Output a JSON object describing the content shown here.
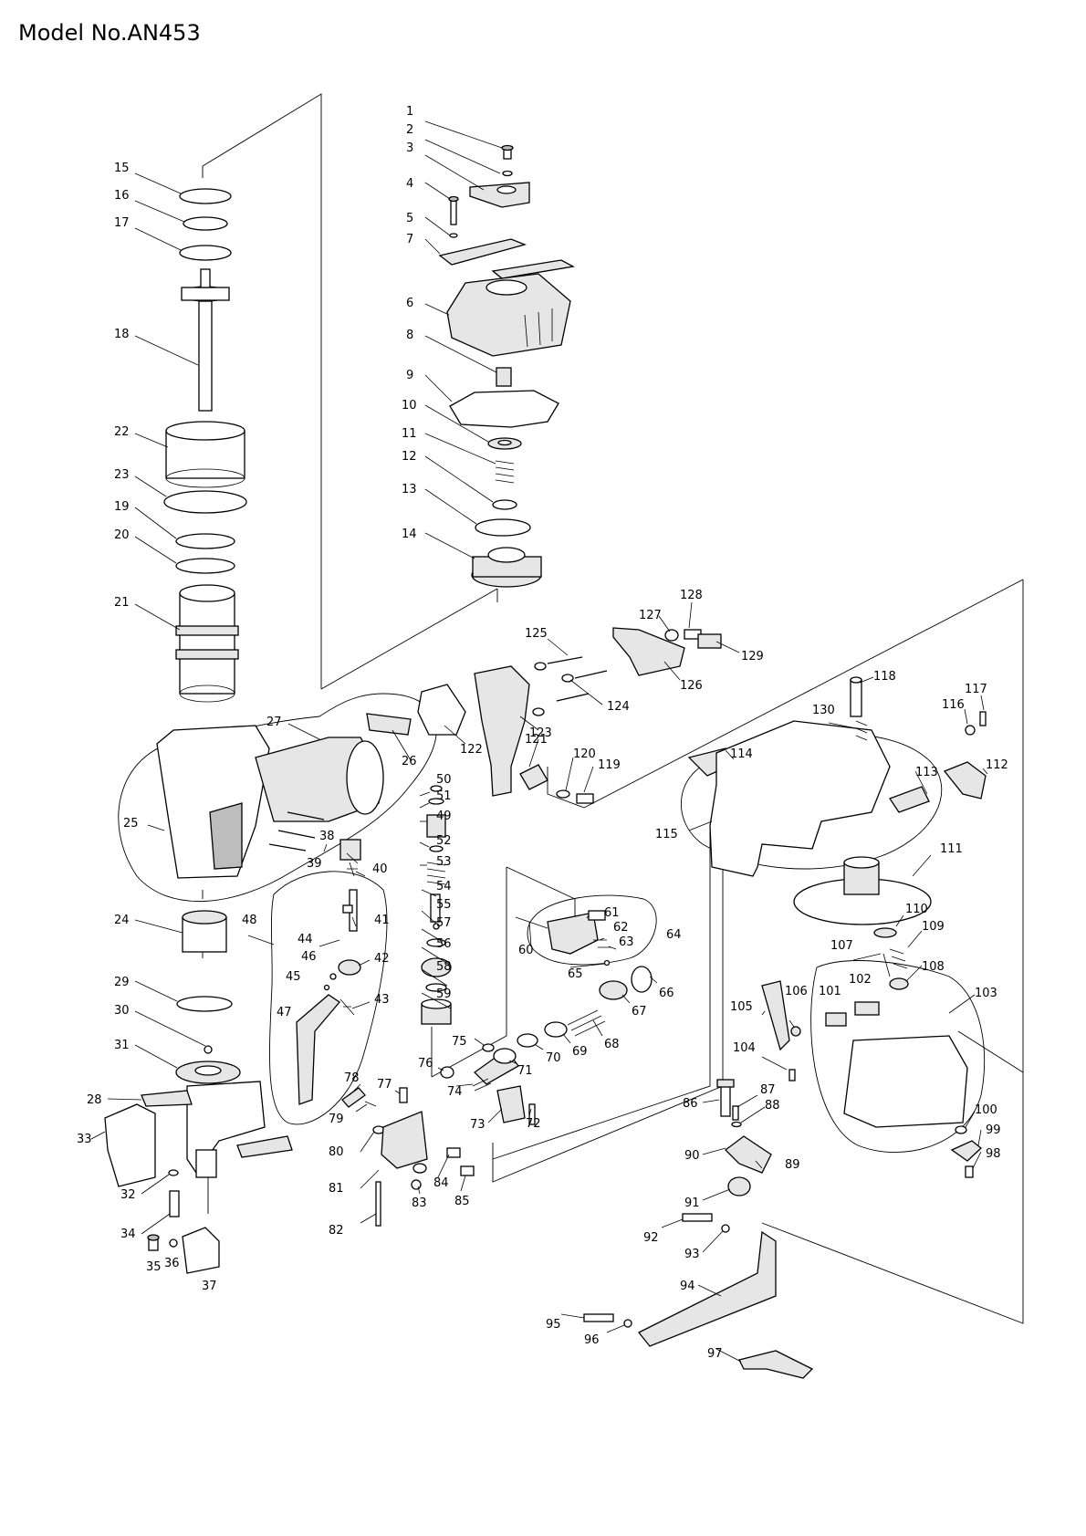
{
  "title": "Model No.AN453",
  "parts": [
    "1",
    "2",
    "3",
    "4",
    "5",
    "6",
    "7",
    "8",
    "9",
    "10",
    "11",
    "12",
    "13",
    "14",
    "15",
    "16",
    "17",
    "18",
    "19",
    "20",
    "21",
    "22",
    "23",
    "24",
    "25",
    "26",
    "27",
    "28",
    "29",
    "30",
    "31",
    "32",
    "33",
    "34",
    "35",
    "36",
    "37",
    "38",
    "39",
    "40",
    "41",
    "42",
    "43",
    "44",
    "45",
    "46",
    "47",
    "48",
    "49",
    "50",
    "51",
    "52",
    "53",
    "54",
    "55",
    "56",
    "57",
    "58",
    "59",
    "60",
    "61",
    "62",
    "63",
    "64",
    "65",
    "66",
    "67",
    "68",
    "69",
    "70",
    "71",
    "72",
    "73",
    "74",
    "75",
    "76",
    "77",
    "78",
    "79",
    "80",
    "81",
    "82",
    "83",
    "84",
    "85",
    "86",
    "87",
    "88",
    "89",
    "90",
    "91",
    "92",
    "93",
    "94",
    "95",
    "96",
    "97",
    "98",
    "99",
    "100",
    "101",
    "102",
    "103",
    "104",
    "105",
    "106",
    "107",
    "108",
    "109",
    "110",
    "111",
    "112",
    "113",
    "114",
    "115",
    "116",
    "117",
    "118",
    "119",
    "120",
    "121",
    "122",
    "123",
    "124",
    "125",
    "126",
    "127",
    "128",
    "129",
    "130"
  ]
}
